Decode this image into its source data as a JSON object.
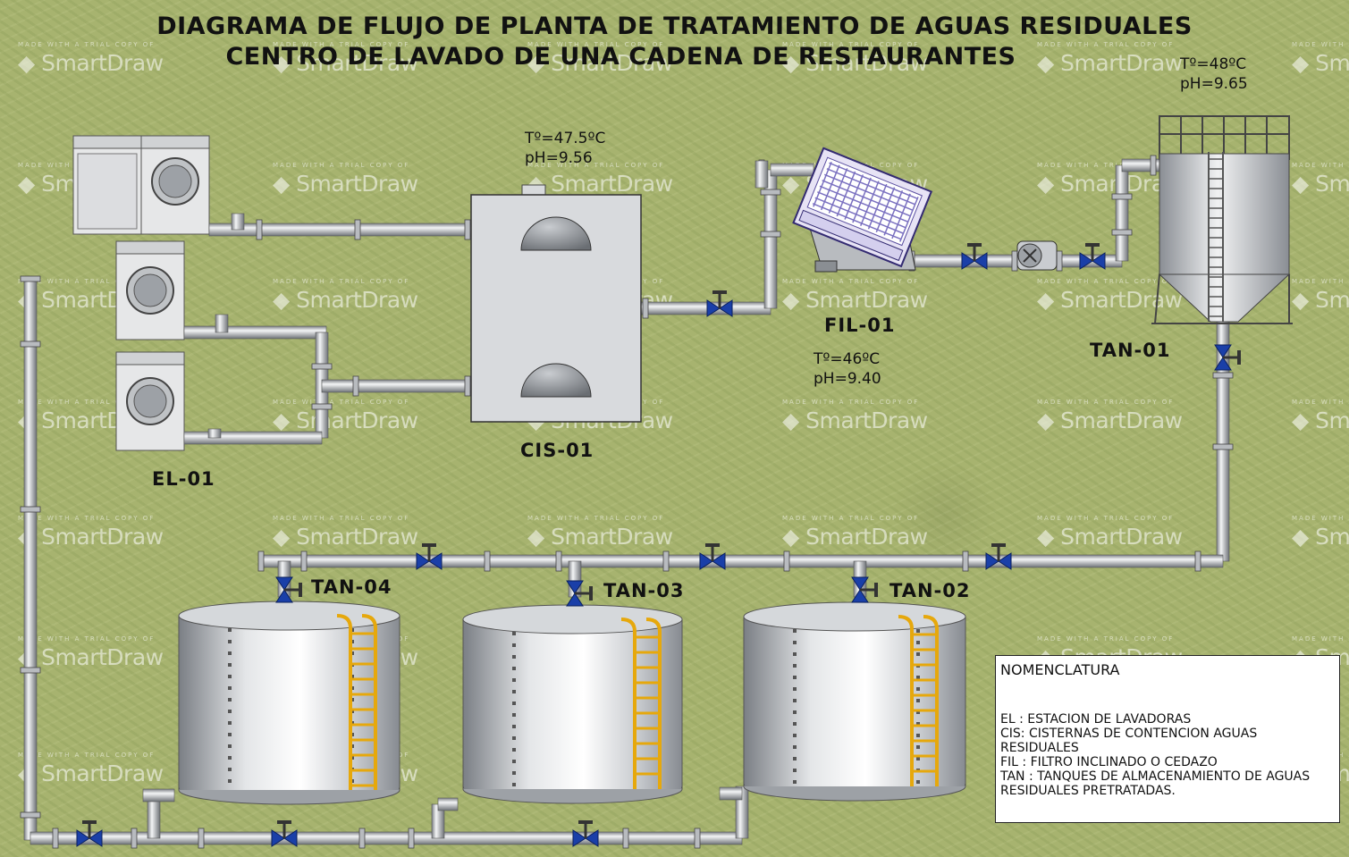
{
  "title": {
    "line1": "DIAGRAMA DE FLUJO DE PLANTA DE TRATAMIENTO DE AGUAS RESIDUALES",
    "line2": "CENTRO DE LAVADO DE UNA CADENA DE RESTAURANTES"
  },
  "equipment": {
    "el01": "EL-01",
    "cis01": "CIS-01",
    "fil01": "FIL-01",
    "tan01": "TAN-01",
    "tan02": "TAN-02",
    "tan03": "TAN-03",
    "tan04": "TAN-04"
  },
  "measurements": {
    "cis_outlet": {
      "temp": "Tº=47.5ºC",
      "ph": "pH=9.56"
    },
    "fil_outlet": {
      "temp": "Tº=46ºC",
      "ph": "pH=9.40"
    },
    "tan_inlet": {
      "temp": "Tº=48ºC",
      "ph": "pH=9.65"
    }
  },
  "legend": {
    "title": "NOMENCLATURA",
    "items": [
      "EL : ESTACION DE LAVADORAS",
      "CIS: CISTERNAS DE CONTENCION AGUAS RESIDUALES",
      "FIL : FILTRO INCLINADO O CEDAZO",
      "TAN : TANQUES DE ALMACENAMIENTO DE AGUAS RESIDUALES PRETRATADAS."
    ]
  },
  "watermark": {
    "brand": "SmartDraw",
    "trial": "MADE WITH A TRIAL COPY OF"
  },
  "colors": {
    "background": "#a7b36f",
    "pipe": "#c9ccd0",
    "valve": "#1a3fa8",
    "ladder": "#e8b010",
    "tank": "#c4c7cc"
  }
}
